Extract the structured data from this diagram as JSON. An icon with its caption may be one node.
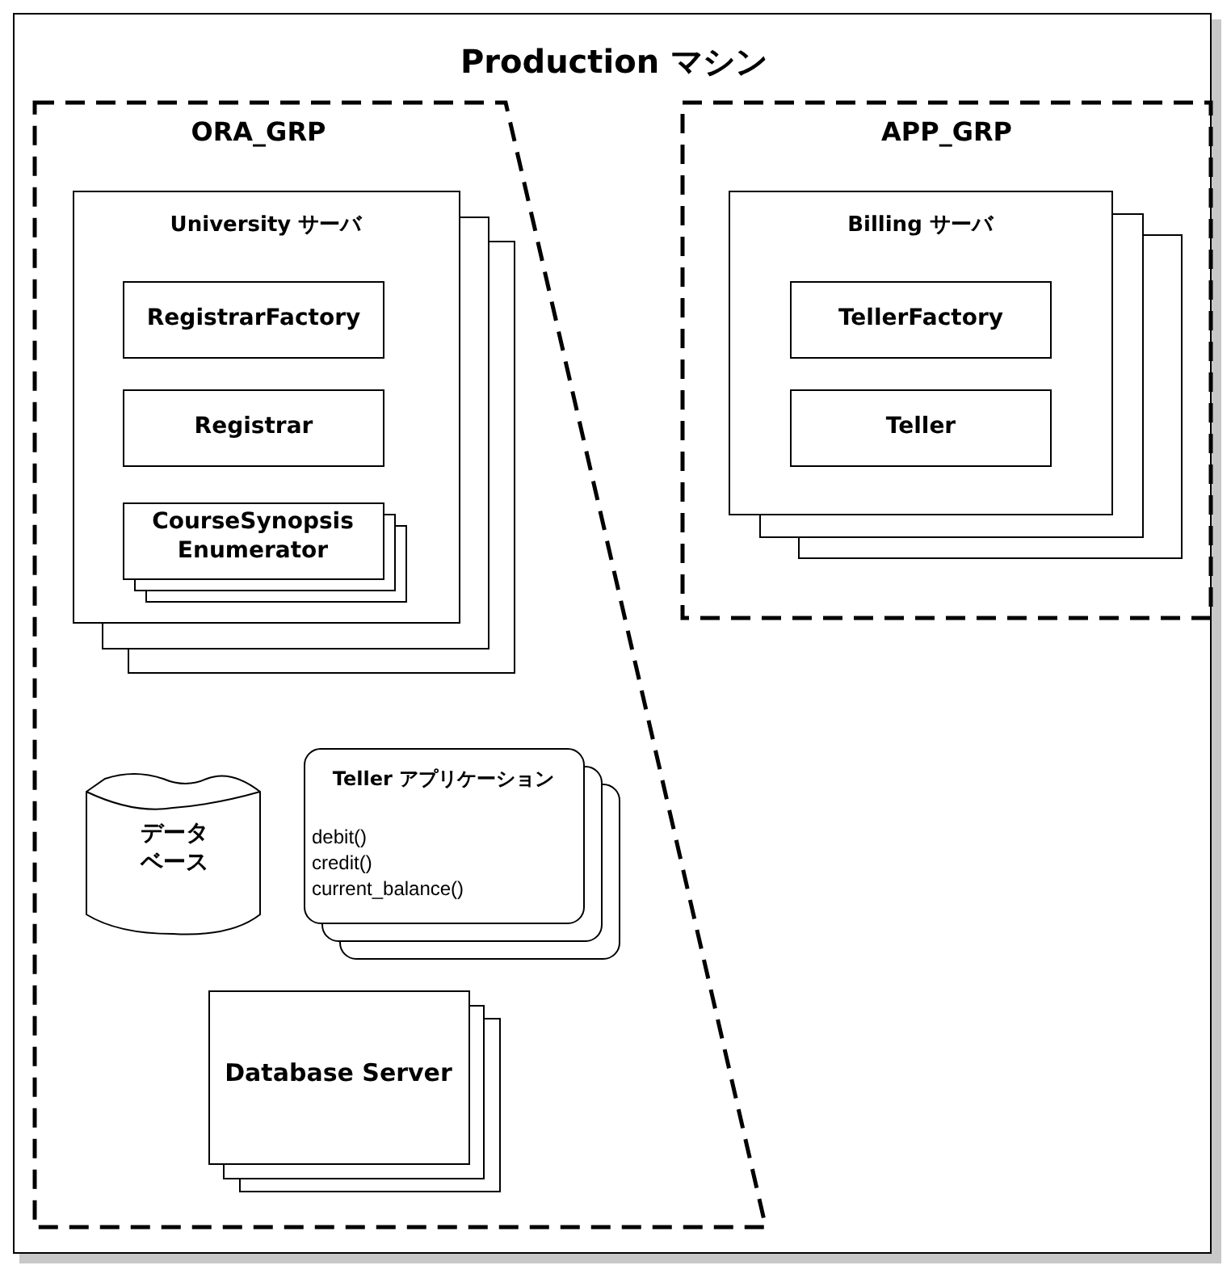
{
  "diagram": {
    "nodes": [
      {
        "text": [
          "Production マシン"
        ]
      },
      {
        "text": [
          "ORA_GRP"
        ],
        "in": 0
      },
      {
        "text": [
          "University サーバ"
        ],
        "in": 1
      },
      {
        "text": [
          "RegistrarFactory"
        ],
        "in": 2
      },
      {
        "text": [
          "Registrar"
        ],
        "in": 2
      },
      {
        "text": [
          "CourseSynopsis Enumerator"
        ],
        "in": 2
      },
      {
        "text": [
          "データベース"
        ],
        "in": 1
      },
      {
        "text": [
          "Teller アプリケーション",
          "debit()",
          "credit()",
          "current_balance()"
        ],
        "in": 1
      },
      {
        "text": [
          "Database Server"
        ],
        "in": 1
      },
      {
        "text": [
          "APP_GRP"
        ],
        "in": 0
      },
      {
        "text": [
          "Billing サーバ"
        ],
        "in": 9
      },
      {
        "text": [
          "TellerFactory"
        ],
        "in": 10
      },
      {
        "text": [
          "Teller"
        ],
        "in": 10
      }
    ]
  }
}
